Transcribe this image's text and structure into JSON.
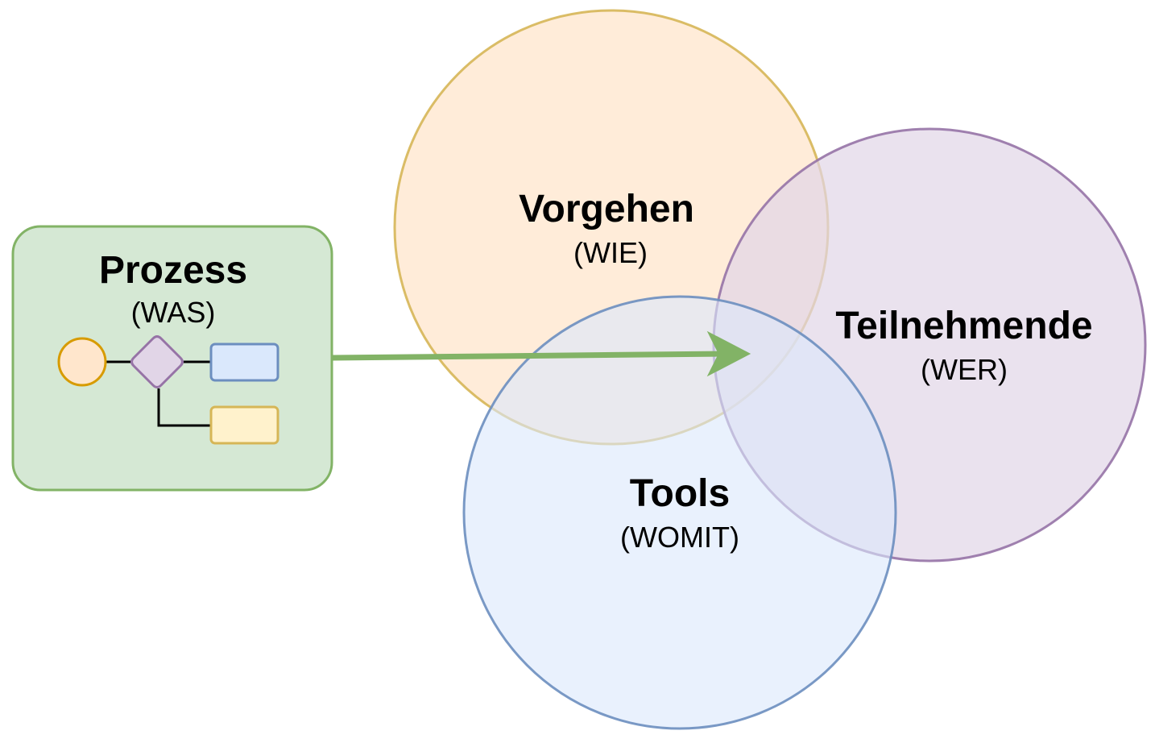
{
  "process": {
    "title": "Prozess",
    "subtitle": "(WAS)",
    "color_fill": "#d5e8d4",
    "color_stroke": "#82b366"
  },
  "circles": {
    "vorgehen": {
      "title": "Vorgehen",
      "subtitle": "(WIE)",
      "fill": "#ffe6cc",
      "stroke": "#d6b656"
    },
    "teilnehmende": {
      "title": "Teilnehmende",
      "subtitle": "(WER)",
      "fill": "#e1d5e7",
      "stroke": "#9673a6"
    },
    "tools": {
      "title": "Tools",
      "subtitle": "(WOMIT)",
      "fill": "#dae8fc",
      "stroke": "#6c8ebf"
    }
  },
  "arrow": {
    "color": "#82b366"
  },
  "mini_flow": {
    "start_icon": "circle-start-icon",
    "decision_icon": "diamond-decision-icon",
    "task_blue_icon": "task-rectangle-blue",
    "task_yellow_icon": "task-rectangle-yellow"
  }
}
